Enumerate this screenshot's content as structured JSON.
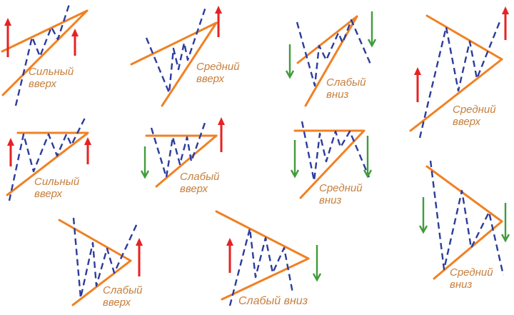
{
  "colors": {
    "trendline_orange": "#F08124",
    "price_zigzag_blue": "#2C3C9C",
    "up_arrow_red": "#E62222",
    "down_arrow_green": "#3F9C3A",
    "label_text": "#C6803F",
    "background": "#FFFFFF"
  },
  "patterns": [
    {
      "label": "Сильный вверх",
      "label_line1": "Сильный",
      "label_line2": "вверх",
      "arrows": [
        {
          "direction": "up",
          "color": "red"
        },
        {
          "direction": "up",
          "color": "red"
        }
      ]
    },
    {
      "label": "Средний вверх",
      "label_line1": "Средний",
      "label_line2": "вверх",
      "arrows": [
        {
          "direction": "up",
          "color": "red"
        }
      ]
    },
    {
      "label": "Слабый вниз",
      "label_line1": "Слабый",
      "label_line2": "вниз",
      "arrows": [
        {
          "direction": "down",
          "color": "green"
        },
        {
          "direction": "down",
          "color": "green"
        }
      ]
    },
    {
      "label": "Средний вверх",
      "label_line1": "Средний",
      "label_line2": "вверх",
      "arrows": [
        {
          "direction": "up",
          "color": "red"
        },
        {
          "direction": "up",
          "color": "red"
        }
      ]
    },
    {
      "label": "Сильный вверх",
      "label_line1": "Сильный",
      "label_line2": "вверх",
      "arrows": [
        {
          "direction": "up",
          "color": "red"
        },
        {
          "direction": "up",
          "color": "red"
        }
      ]
    },
    {
      "label": "Слабый вверх",
      "label_line1": "Слабый",
      "label_line2": "вверх",
      "arrows": [
        {
          "direction": "down",
          "color": "green"
        },
        {
          "direction": "up",
          "color": "red"
        }
      ]
    },
    {
      "label": "Средний вниз",
      "label_line1": "Средний",
      "label_line2": "вниз",
      "arrows": [
        {
          "direction": "down",
          "color": "green"
        },
        {
          "direction": "down",
          "color": "green"
        }
      ]
    },
    {
      "label": "Средний вниз",
      "label_line1": "Средний",
      "label_line2": "вниз",
      "arrows": [
        {
          "direction": "down",
          "color": "green"
        },
        {
          "direction": "down",
          "color": "green"
        }
      ]
    },
    {
      "label": "Слабый вверх",
      "label_line1": "Слабый",
      "label_line2": "вверх",
      "arrows": [
        {
          "direction": "up",
          "color": "red"
        }
      ]
    },
    {
      "label": "Слабый вниз",
      "label_line1": "Слабый вниз",
      "label_line2": "",
      "arrows": [
        {
          "direction": "up",
          "color": "red"
        },
        {
          "direction": "down",
          "color": "green"
        }
      ]
    }
  ]
}
